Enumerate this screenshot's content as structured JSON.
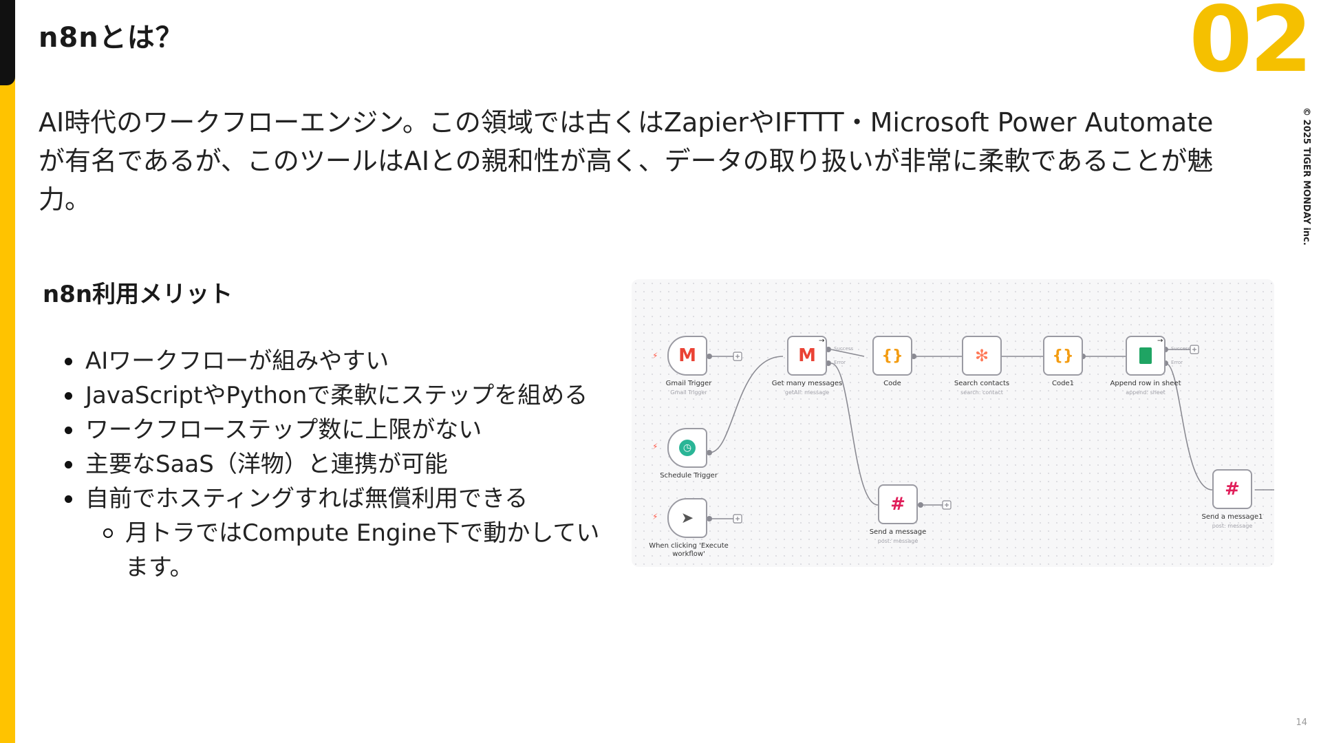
{
  "slide": {
    "title": "n8nとは？",
    "number": "02",
    "copyright": "© 2025 TIGER MONDAY inc.",
    "page": "14"
  },
  "intro": {
    "lines": [
      "AI時代のワークフローエンジン。この領域では古くはZapierやIFTTT・Microsoft Power Automate",
      "が有名であるが、このツールはAIとの親和性が高く、データの取り扱いが非常に柔軟であることが魅",
      "力。"
    ]
  },
  "merits": {
    "heading": "n8n利用メリット",
    "items": [
      "AIワークフローが組みやすい",
      "JavaScriptやPythonで柔軟にステップを組める",
      "ワークフローステップ数に上限がない",
      "主要なSaaS（洋物）と連携が可能",
      "自前でホスティングすれば無償利用できる"
    ],
    "sub_items": [
      "月トラではCompute Engine下で動かしてい",
      "ます。"
    ]
  },
  "workflow": {
    "nodes": [
      {
        "label": "Gmail Trigger",
        "sub": "Gmail Trigger",
        "icon": "gmail-icon"
      },
      {
        "label": "Get many messages",
        "sub": "getAll: message",
        "icon": "gmail-icon"
      },
      {
        "label": "Code",
        "sub": "",
        "icon": "code-braces-icon"
      },
      {
        "label": "Search contacts",
        "sub": "search: contact",
        "icon": "hubspot-icon"
      },
      {
        "label": "Code1",
        "sub": "",
        "icon": "code-braces-icon"
      },
      {
        "label": "Append row in sheet",
        "sub": "append: sheet",
        "icon": "sheets-icon"
      },
      {
        "label": "Schedule Trigger",
        "sub": "",
        "icon": "clock-icon"
      },
      {
        "label": "When clicking 'Execute",
        "sub": "",
        "icon": "cursor-icon"
      },
      {
        "label": "workflow'",
        "sub": "",
        "icon": ""
      },
      {
        "label": "Send a message",
        "sub": "post: message",
        "icon": "slack-icon"
      },
      {
        "label": "Send a message1",
        "sub": "post: message",
        "icon": "slack-icon"
      }
    ],
    "port_labels": {
      "success": "Success",
      "error": "Error"
    },
    "colors": {
      "accent": "#ffc300",
      "code_orange": "#f39c12",
      "hubspot": "#ff7a59",
      "sheets": "#1fa463",
      "schedule": "#2ab596"
    }
  },
  "colors": {
    "brand_yellow": "#ffc300",
    "number_yellow": "#f5c000",
    "bar_black": "#111111"
  }
}
